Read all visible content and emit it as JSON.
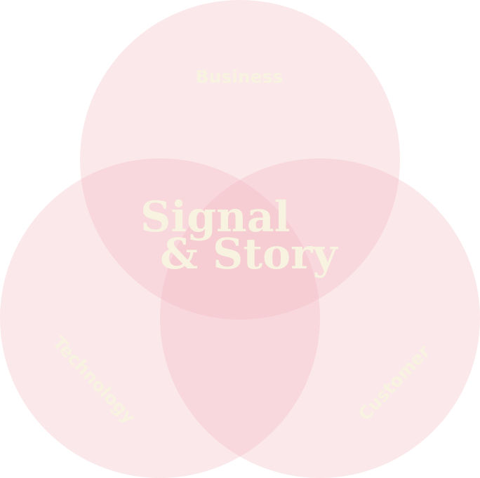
{
  "diagram": {
    "title_line1": "Signal",
    "title_line2": "& Story",
    "circles": [
      {
        "id": "business",
        "label": "Business"
      },
      {
        "id": "technology",
        "label": "Technology"
      },
      {
        "id": "customer",
        "label": "Customer"
      }
    ]
  },
  "colors": {
    "background": "#ffffff",
    "circle_fill": "#f3b8bf",
    "text": "#f7f3e0"
  }
}
